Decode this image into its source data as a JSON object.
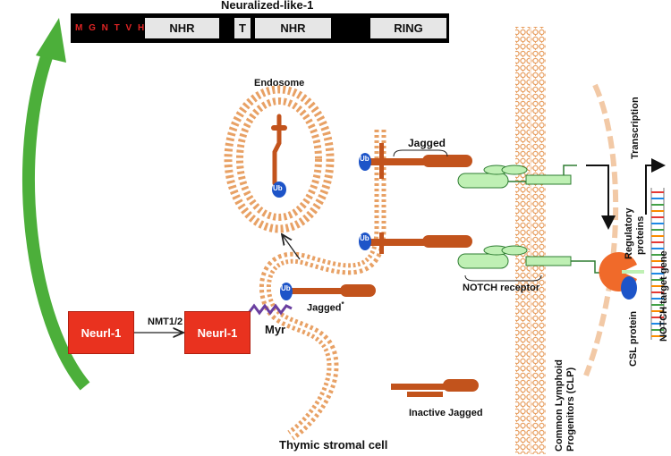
{
  "title": "Neuralized-like-1",
  "sequence": "M G N T V H R",
  "domains": [
    "NHR",
    "T",
    "NHR",
    "RING"
  ],
  "neurl_left": "Neurl-1",
  "neurl_right": "Neurl-1",
  "enzyme": "NMT1/2",
  "myr": "Myr",
  "endosome": "Endosome",
  "ub": "Ub",
  "jagged_top": "Jagged",
  "jagged_star": "Jagged",
  "jagged_star_mark": "*",
  "inactive_jagged": "Inactive Jagged",
  "notch_receptor": "NOTCH receptor",
  "stromal_cell": "Thymic stromal cell",
  "clp_line1": "Common Lymphoid",
  "clp_line2": "Progenitors (CLP)",
  "csl_protein": "CSL protein",
  "regulatory_line1": "Regulatory",
  "regulatory_line2": "proteins",
  "transcription": "Transcription",
  "target_gene": "NOTCH target gene",
  "colors": {
    "membrane": "#e8a165",
    "jagged": "#c2531c",
    "notch": "#bff0b4",
    "ub": "#1d54c8",
    "neurl": "#e9321f",
    "arrow_green": "#4caf3a",
    "myr": "#6a3fa0",
    "csl": "#f06a2a"
  }
}
